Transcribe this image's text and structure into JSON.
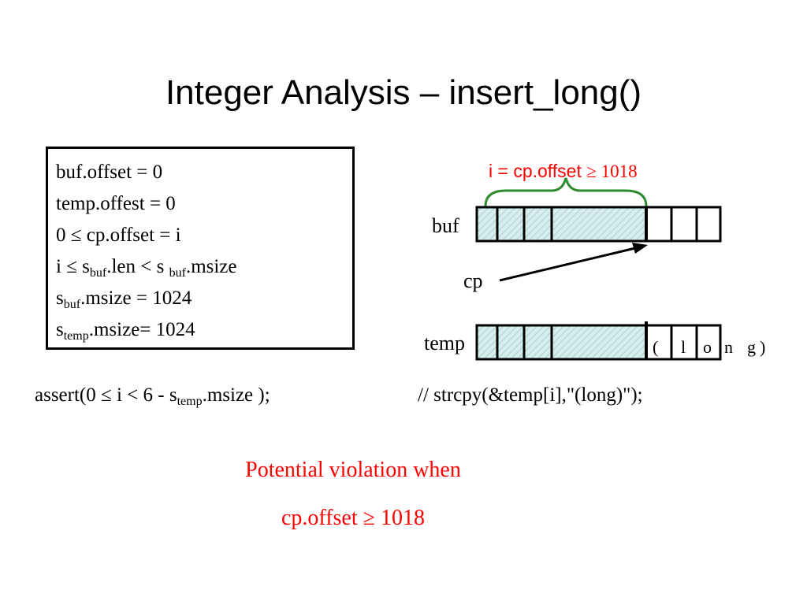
{
  "title": "Integer  Analysis – insert_long()",
  "constraints": {
    "line1": "buf.offset =  0",
    "line2": "temp.offest = 0",
    "line3": "0 ≤ cp.offset  = i",
    "line4": {
      "a": "i ≤  s",
      "sub1": "buf",
      "b": ".len < s ",
      "sub2": "buf",
      "c": ".msize"
    },
    "line5": {
      "a": "s",
      "sub": "buf",
      "b": ".msize = 1024"
    },
    "line6": {
      "a": "s",
      "sub": "temp",
      "b": ".msize= 1024"
    }
  },
  "diagram": {
    "brace_label": {
      "a": "i = cp.offset ",
      "sym": "≥",
      "b": "  1018"
    },
    "buf_label": "buf",
    "cp_label": "cp",
    "temp_label": "temp",
    "long_chars": [
      "(",
      "l",
      "o",
      "n",
      "g",
      ")"
    ],
    "colors": {
      "hatch": "#d8eeee",
      "hatch_line": "#a8d0d0",
      "red": "#ff0000"
    }
  },
  "assert_line": {
    "a": "assert(0 ≤ i <  6 - s",
    "sub": "temp",
    "b": ".msize );"
  },
  "comment_line": "//  strcpy(&temp[i],\"(long)\");",
  "violation": {
    "line1": "Potential violation when",
    "line2": "cp.offset ≥  1018"
  }
}
